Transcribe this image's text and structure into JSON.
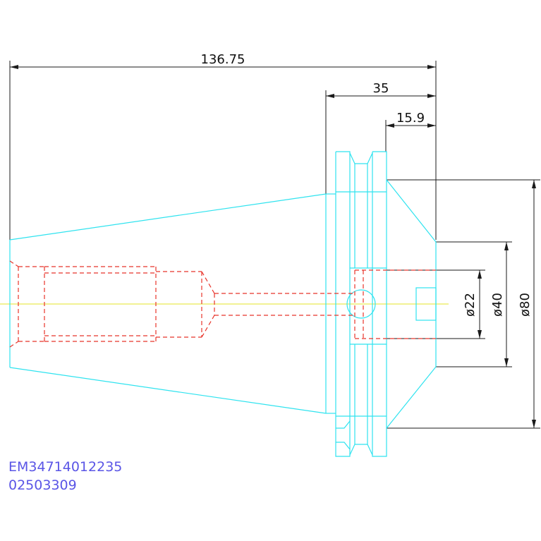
{
  "dimensions": {
    "overall_length": "136.75",
    "flange_length": "35",
    "groove_offset": "15.9",
    "bore_diameter": "ø22",
    "shoulder_diameter": "ø40",
    "flange_diameter": "ø80"
  },
  "part_codes": {
    "line1": "EM34714012235",
    "line2": "02503309"
  },
  "colors": {
    "outline": "#2fe3ef",
    "hidden": "#e8342a",
    "centerline": "#e6e62a",
    "dimension": "#1a1a1a",
    "code_text": "#5a55e6"
  }
}
